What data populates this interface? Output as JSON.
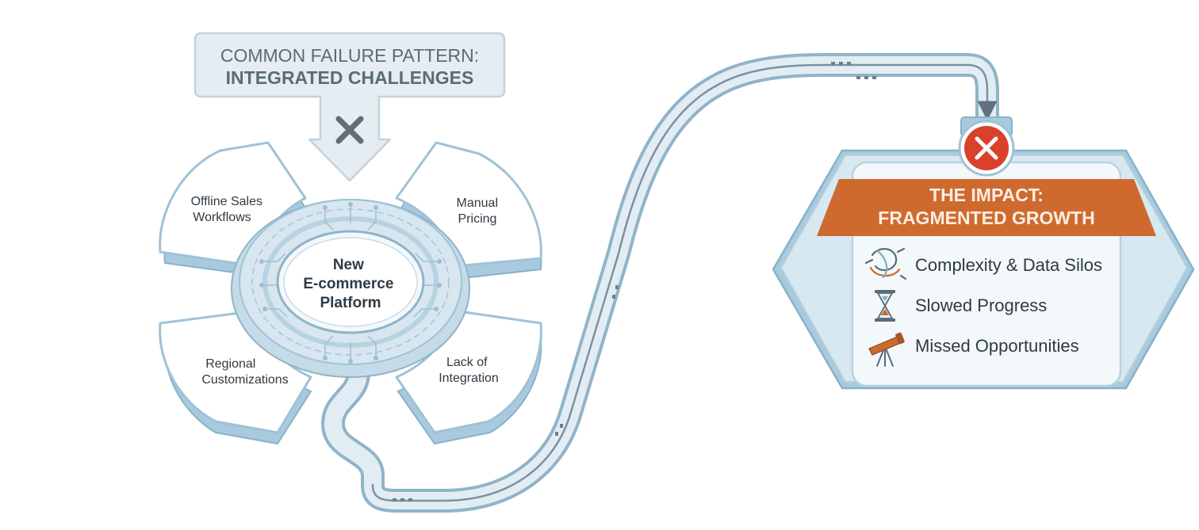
{
  "header": {
    "line1": "COMMON FAILURE PATTERN:",
    "line2": "INTEGRATED CHALLENGES"
  },
  "hub": {
    "line1": "New",
    "line2": "E-commerce",
    "line3": "Platform"
  },
  "segments": [
    {
      "line1": "Offline Sales",
      "line2": "Workflows"
    },
    {
      "line1": "Manual",
      "line2": "Pricing"
    },
    {
      "line1": "Regional",
      "line2": "Customizations"
    },
    {
      "line1": "Lack of",
      "line2": "Integration"
    }
  ],
  "impact": {
    "title_line1": "THE IMPACT:",
    "title_line2": "FRAGMENTED GROWTH",
    "items": [
      {
        "label": "Complexity & Data Silos",
        "icon": "tangle-icon"
      },
      {
        "label": "Slowed Progress",
        "icon": "hourglass-icon"
      },
      {
        "label": "Missed Opportunities",
        "icon": "telescope-icon"
      }
    ]
  },
  "colors": {
    "pale_blue": "#e4eef4",
    "blue_stroke": "#9fc2d6",
    "deep_blue": "#7fb0c9",
    "slate": "#5a6b78",
    "orange": "#cf6a2e",
    "red": "#d9412b",
    "text_dark": "#2f3a43"
  }
}
